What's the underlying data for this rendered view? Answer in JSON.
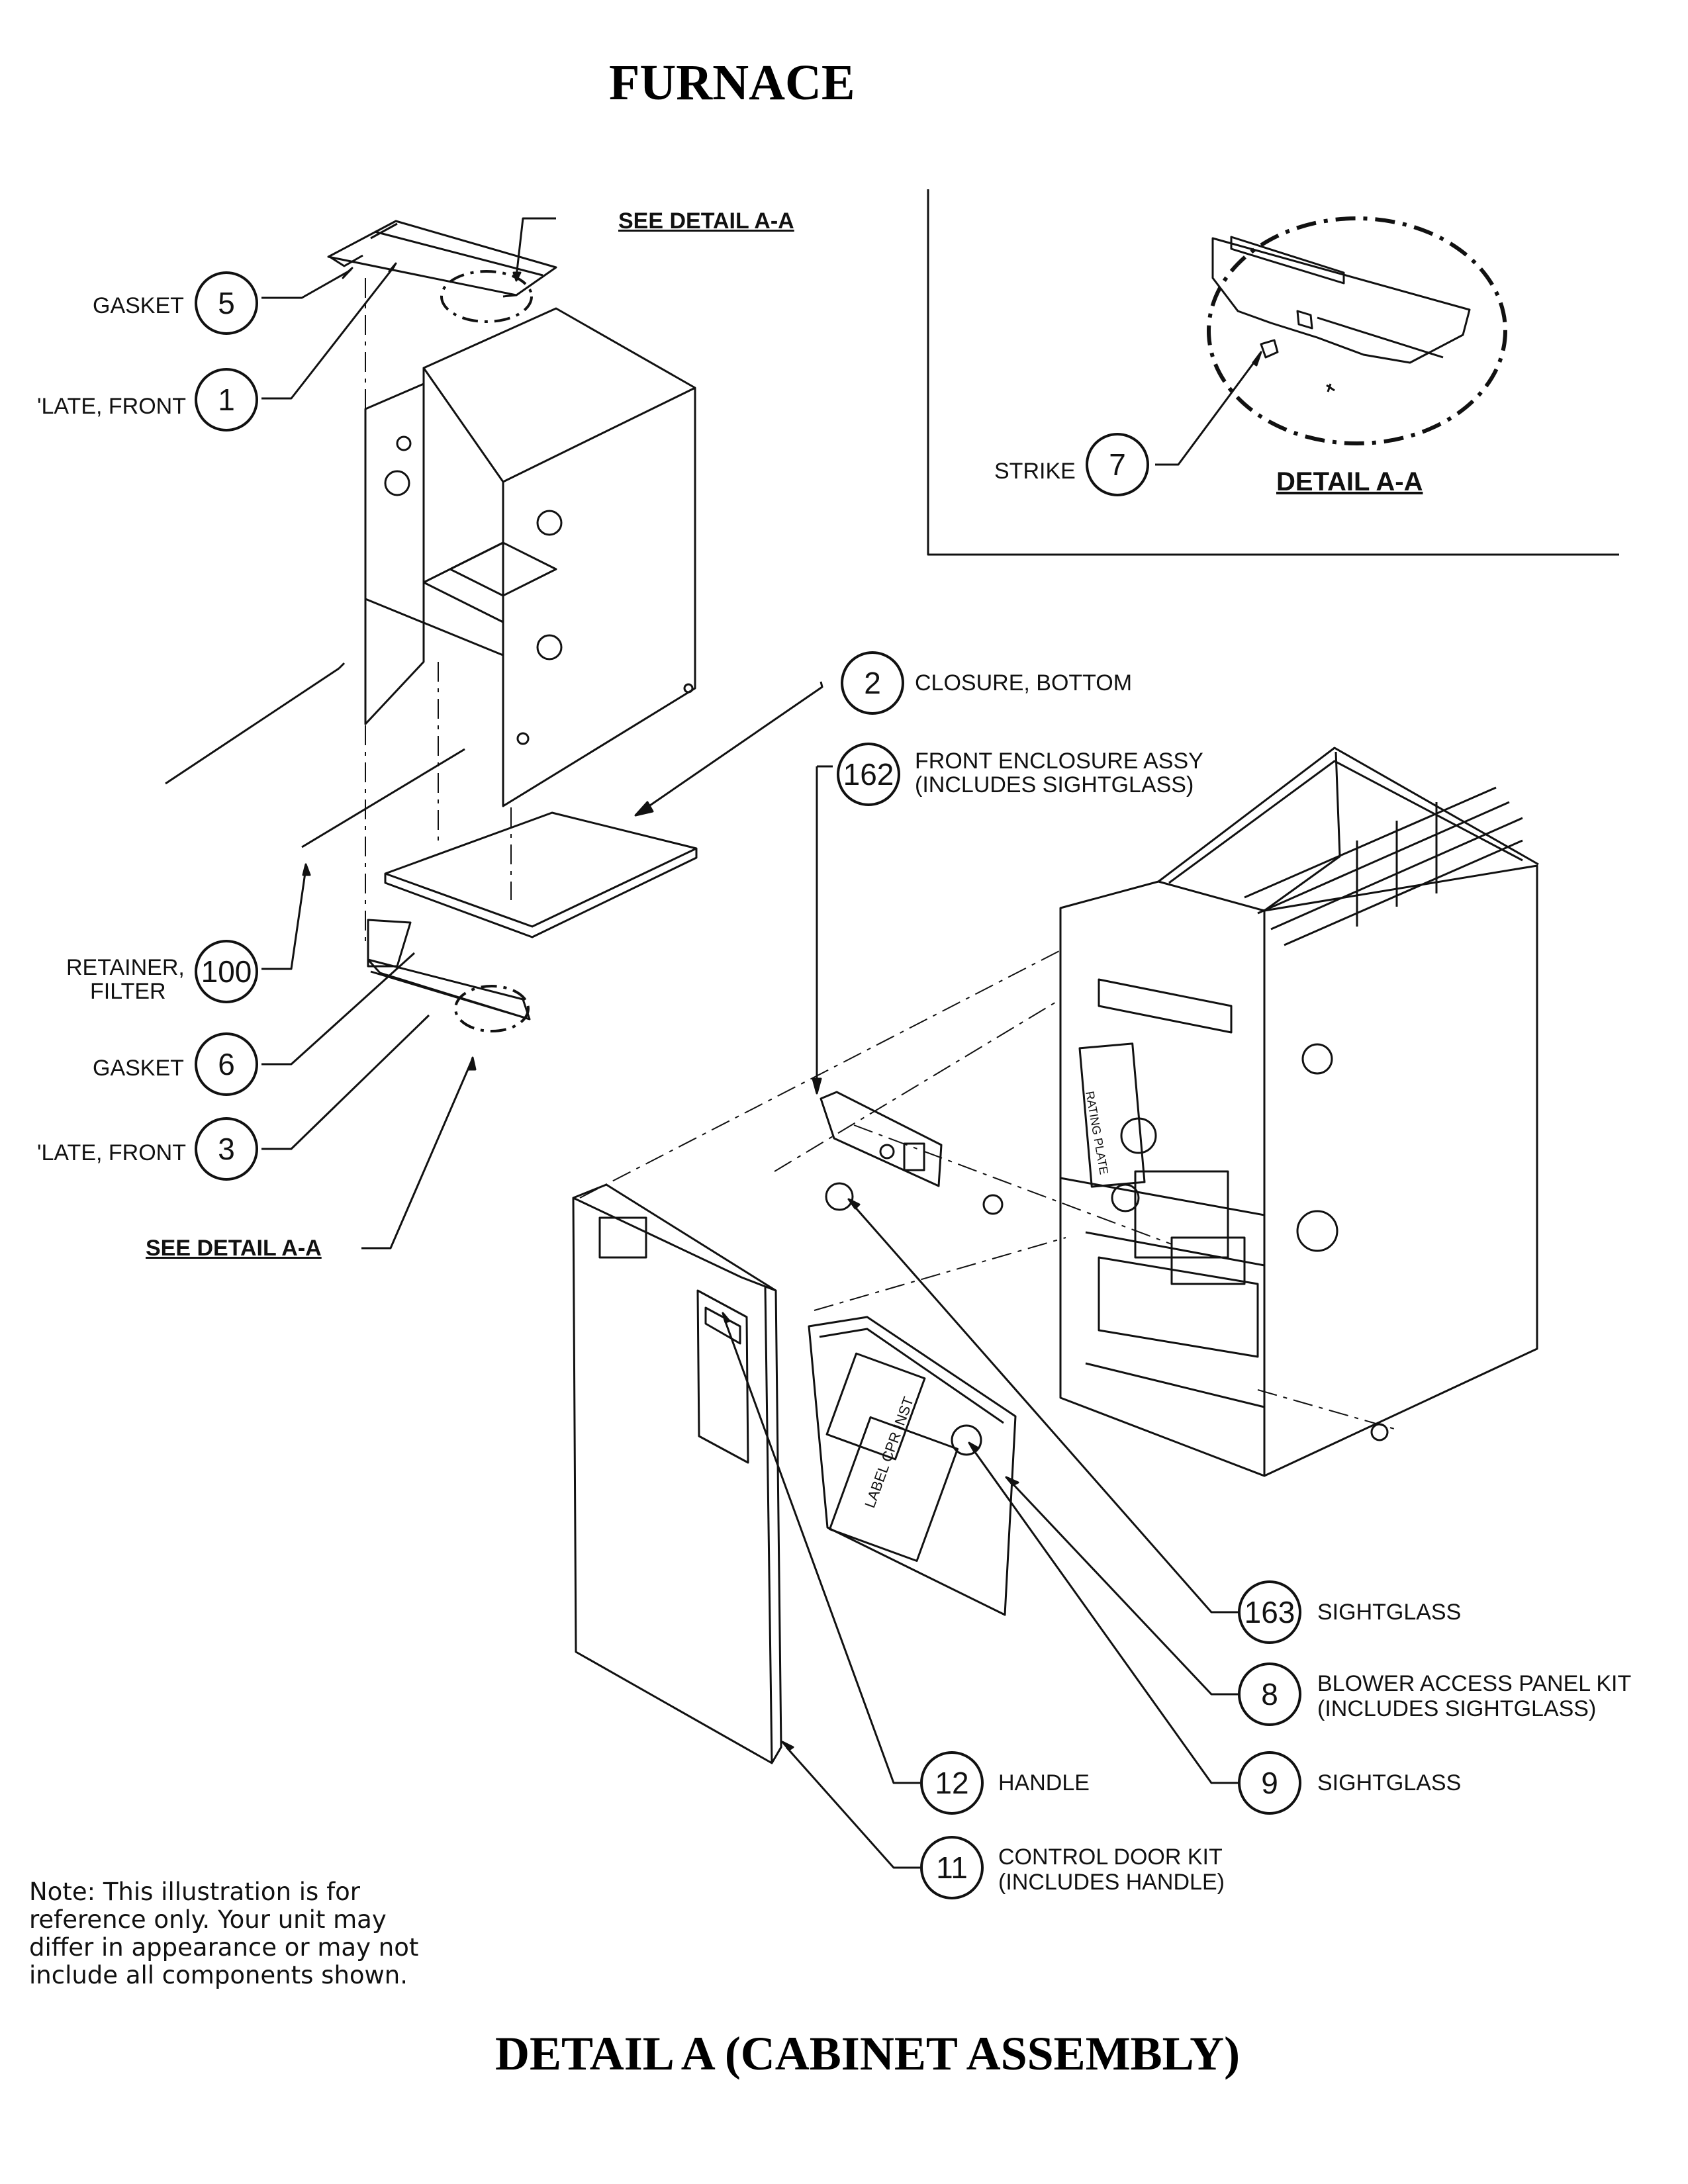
{
  "title": "FURNACE",
  "footer_title": "DETAIL A (CABINET ASSEMBLY)",
  "detail_inset": {
    "title": "DETAIL A-A"
  },
  "see_detail_top": "SEE DETAIL A-A",
  "see_detail_bottom": "SEE DETAIL A-A",
  "callouts": [
    {
      "number": "5",
      "label": "GASKET"
    },
    {
      "number": "1",
      "label": "'LATE, FRONT"
    },
    {
      "number": "7",
      "label": "STRIKE"
    },
    {
      "number": "2",
      "label": "CLOSURE, BOTTOM"
    },
    {
      "number": "162",
      "label": "FRONT ENCLOSURE ASSY",
      "label2": "(INCLUDES SIGHTGLASS)"
    },
    {
      "number": "100",
      "label": "RETAINER,",
      "label2": "FILTER"
    },
    {
      "number": "6",
      "label": "GASKET"
    },
    {
      "number": "3",
      "label": "'LATE, FRONT"
    },
    {
      "number": "163",
      "label": "SIGHTGLASS"
    },
    {
      "number": "8",
      "label": "BLOWER ACCESS PANEL KIT",
      "label2": "(INCLUDES SIGHTGLASS)"
    },
    {
      "number": "12",
      "label": "HANDLE"
    },
    {
      "number": "9",
      "label": "SIGHTGLASS"
    },
    {
      "number": "11",
      "label": "CONTROL DOOR KIT",
      "label2": "(INCLUDES HANDLE)"
    }
  ],
  "part_labels": {
    "rating_plate": "RATING PLATE",
    "label_cpr_inst": "LABEL CPR INST"
  },
  "note": "Note: This illustration is for reference only. Your unit may differ in appearance or may not include all components shown."
}
